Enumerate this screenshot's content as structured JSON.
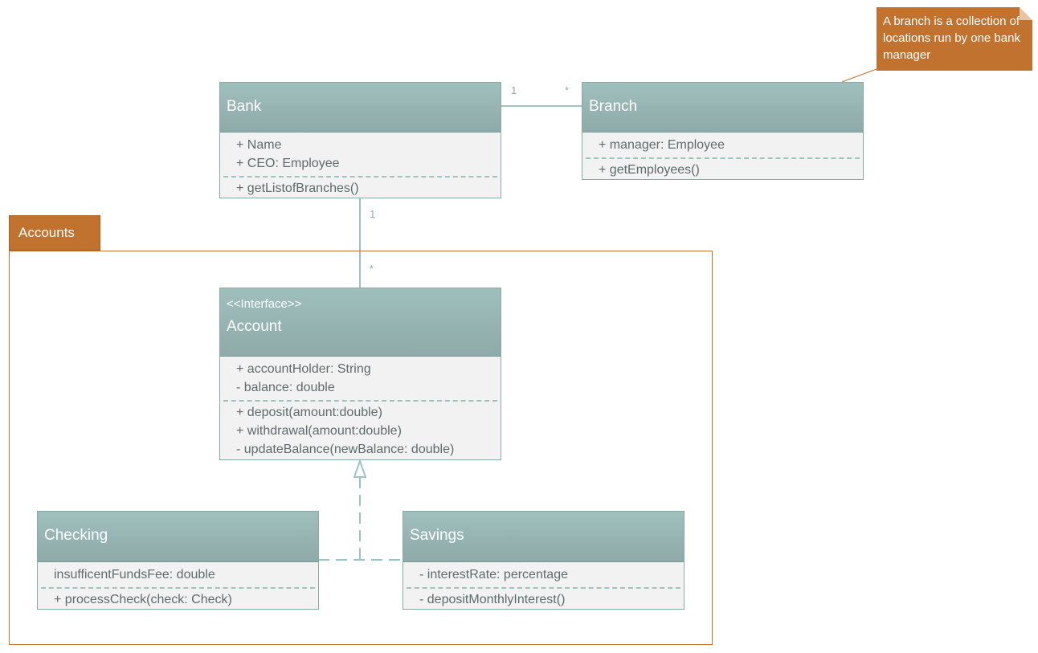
{
  "package": {
    "label": "Accounts"
  },
  "note": {
    "text": "A branch is a collection of locations run by one bank manager"
  },
  "classes": {
    "bank": {
      "name": "Bank",
      "attributes": [
        "+ Name",
        "+ CEO: Employee"
      ],
      "operations": [
        "+ getListofBranches()"
      ]
    },
    "branch": {
      "name": "Branch",
      "attributes": [
        "+ manager: Employee"
      ],
      "operations": [
        "+ getEmployees()"
      ]
    },
    "account": {
      "stereotype": "<<Interface>>",
      "name": "Account",
      "attributes": [
        "+ accountHolder: String",
        "- balance: double"
      ],
      "operations": [
        "+ deposit(amount:double)",
        "+ withdrawal(amount:double)",
        "- updateBalance(newBalance: double)"
      ]
    },
    "checking": {
      "name": "Checking",
      "attributes": [
        "insufficentFundsFee: double"
      ],
      "operations": [
        "+ processCheck(check: Check)"
      ]
    },
    "savings": {
      "name": "Savings",
      "attributes": [
        "- interestRate: percentage"
      ],
      "operations": [
        "- depositMonthlyInterest()"
      ]
    }
  },
  "multiplicities": {
    "bank_branch_bank": "1",
    "bank_branch_branch": "*",
    "bank_account_bank": "1",
    "bank_account_account": "*"
  },
  "colors": {
    "header": "#8eaaa9",
    "body": "#f2f2f2",
    "package": "#c0722e",
    "connector": "#9cc5c2"
  }
}
